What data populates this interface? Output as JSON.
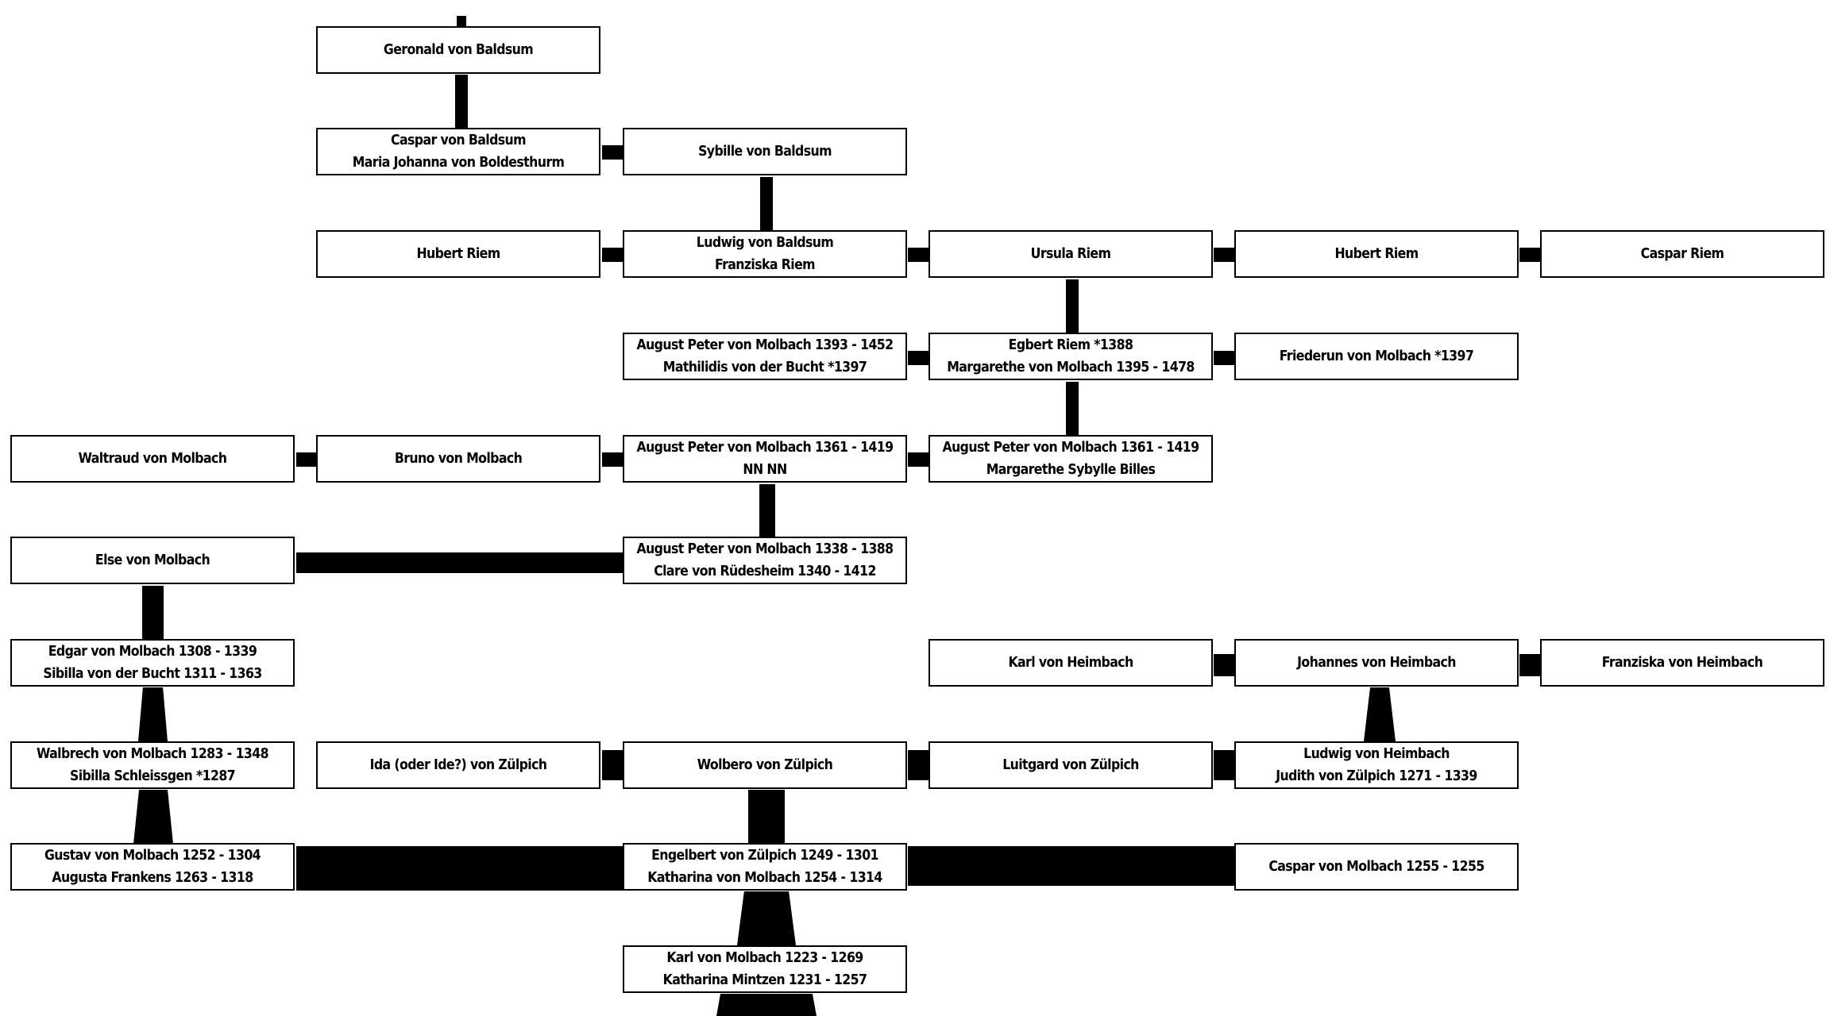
{
  "persons": {
    "geronald": {
      "line1": "Geronald von Baldsum"
    },
    "caspar_baldsum": {
      "line1": "Caspar von Baldsum",
      "line2": "Maria Johanna von Boldesthurm"
    },
    "sybille": {
      "line1": "Sybille von Baldsum"
    },
    "hubert_riem_1": {
      "line1": "Hubert Riem"
    },
    "ludwig_baldsum": {
      "line1": "Ludwig von Baldsum",
      "line2": "Franziska Riem"
    },
    "ursula": {
      "line1": "Ursula Riem"
    },
    "hubert_riem_2": {
      "line1": "Hubert Riem"
    },
    "caspar_riem": {
      "line1": "Caspar Riem"
    },
    "august_1393": {
      "line1": "August Peter von Molbach 1393 - 1452",
      "line2": "Mathilidis von der Bucht *1397"
    },
    "egbert": {
      "line1": "Egbert Riem *1388",
      "line2": "Margarethe von Molbach 1395 - 1478"
    },
    "friederun": {
      "line1": "Friederun von Molbach *1397"
    },
    "waltraud": {
      "line1": "Waltraud von Molbach"
    },
    "bruno": {
      "line1": "Bruno von Molbach"
    },
    "august_1361_nn": {
      "line1": "August Peter von Molbach 1361 - 1419",
      "line2": "NN NN"
    },
    "august_1361_billes": {
      "line1": "August Peter von Molbach 1361 - 1419",
      "line2": "Margarethe Sybylle Billes"
    },
    "else": {
      "line1": "Else von Molbach"
    },
    "august_1338": {
      "line1": "August Peter von Molbach 1338 - 1388",
      "line2": "Clare von Rüdesheim 1340 - 1412"
    },
    "edgar": {
      "line1": "Edgar von Molbach 1308 - 1339",
      "line2": "Sibilla von der Bucht 1311 - 1363"
    },
    "karl_heimbach": {
      "line1": "Karl von Heimbach"
    },
    "johannes_heimbach": {
      "line1": "Johannes von Heimbach"
    },
    "franziska_heimbach": {
      "line1": "Franziska von Heimbach"
    },
    "walbrech": {
      "line1": "Walbrech von Molbach 1283 - 1348",
      "line2": "Sibilla Schleissgen *1287"
    },
    "ida": {
      "line1": "Ida (oder Ide?) von Zülpich"
    },
    "wolbero": {
      "line1": "Wolbero von Zülpich"
    },
    "luitgard": {
      "line1": "Luitgard von Zülpich"
    },
    "ludwig_heimbach": {
      "line1": "Ludwig von Heimbach",
      "line2": "Judith von Zülpich 1271 - 1339"
    },
    "gustav": {
      "line1": "Gustav von Molbach 1252 - 1304",
      "line2": "Augusta Frankens 1263 - 1318"
    },
    "engelbert": {
      "line1": "Engelbert von Zülpich 1249 - 1301",
      "line2": "Katharina von Molbach 1254 - 1314"
    },
    "caspar_molbach": {
      "line1": "Caspar von Molbach 1255 - 1255"
    },
    "karl_molbach": {
      "line1": "Karl von Molbach 1223 - 1269",
      "line2": "Katharina Mintzen 1231 - 1257"
    }
  }
}
